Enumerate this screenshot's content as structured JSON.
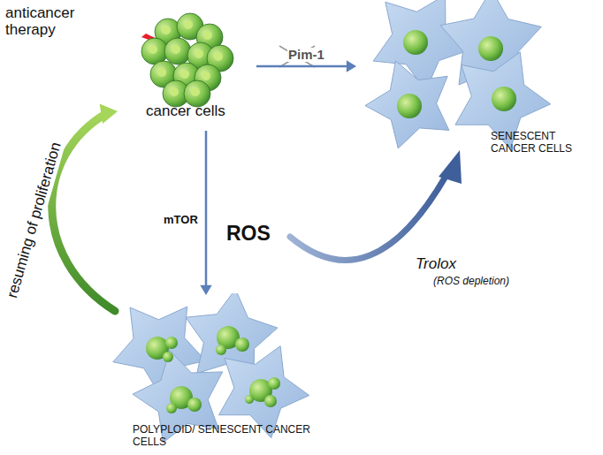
{
  "diagram": {
    "nodes": [
      {
        "text": [
          "cancer cells"
        ]
      },
      {
        "text": [
          "SENESCENT CANCER CELLS"
        ]
      },
      {
        "text": [
          "POLYPLOID/ SENESCENT CANCER CELLS"
        ]
      }
    ],
    "edges": [
      {
        "from": 0,
        "to": 1,
        "label": "Pim-1",
        "arrow": "to"
      },
      {
        "from": 0,
        "to": 2,
        "arrow": "to"
      },
      {
        "from": 2,
        "to": 0,
        "arrow": "to"
      }
    ],
    "labels": [
      "anticancer therapy",
      "mTOR",
      "ROS",
      "Trolox",
      "(ROS depletion)",
      "resuming of proliferation"
    ]
  }
}
